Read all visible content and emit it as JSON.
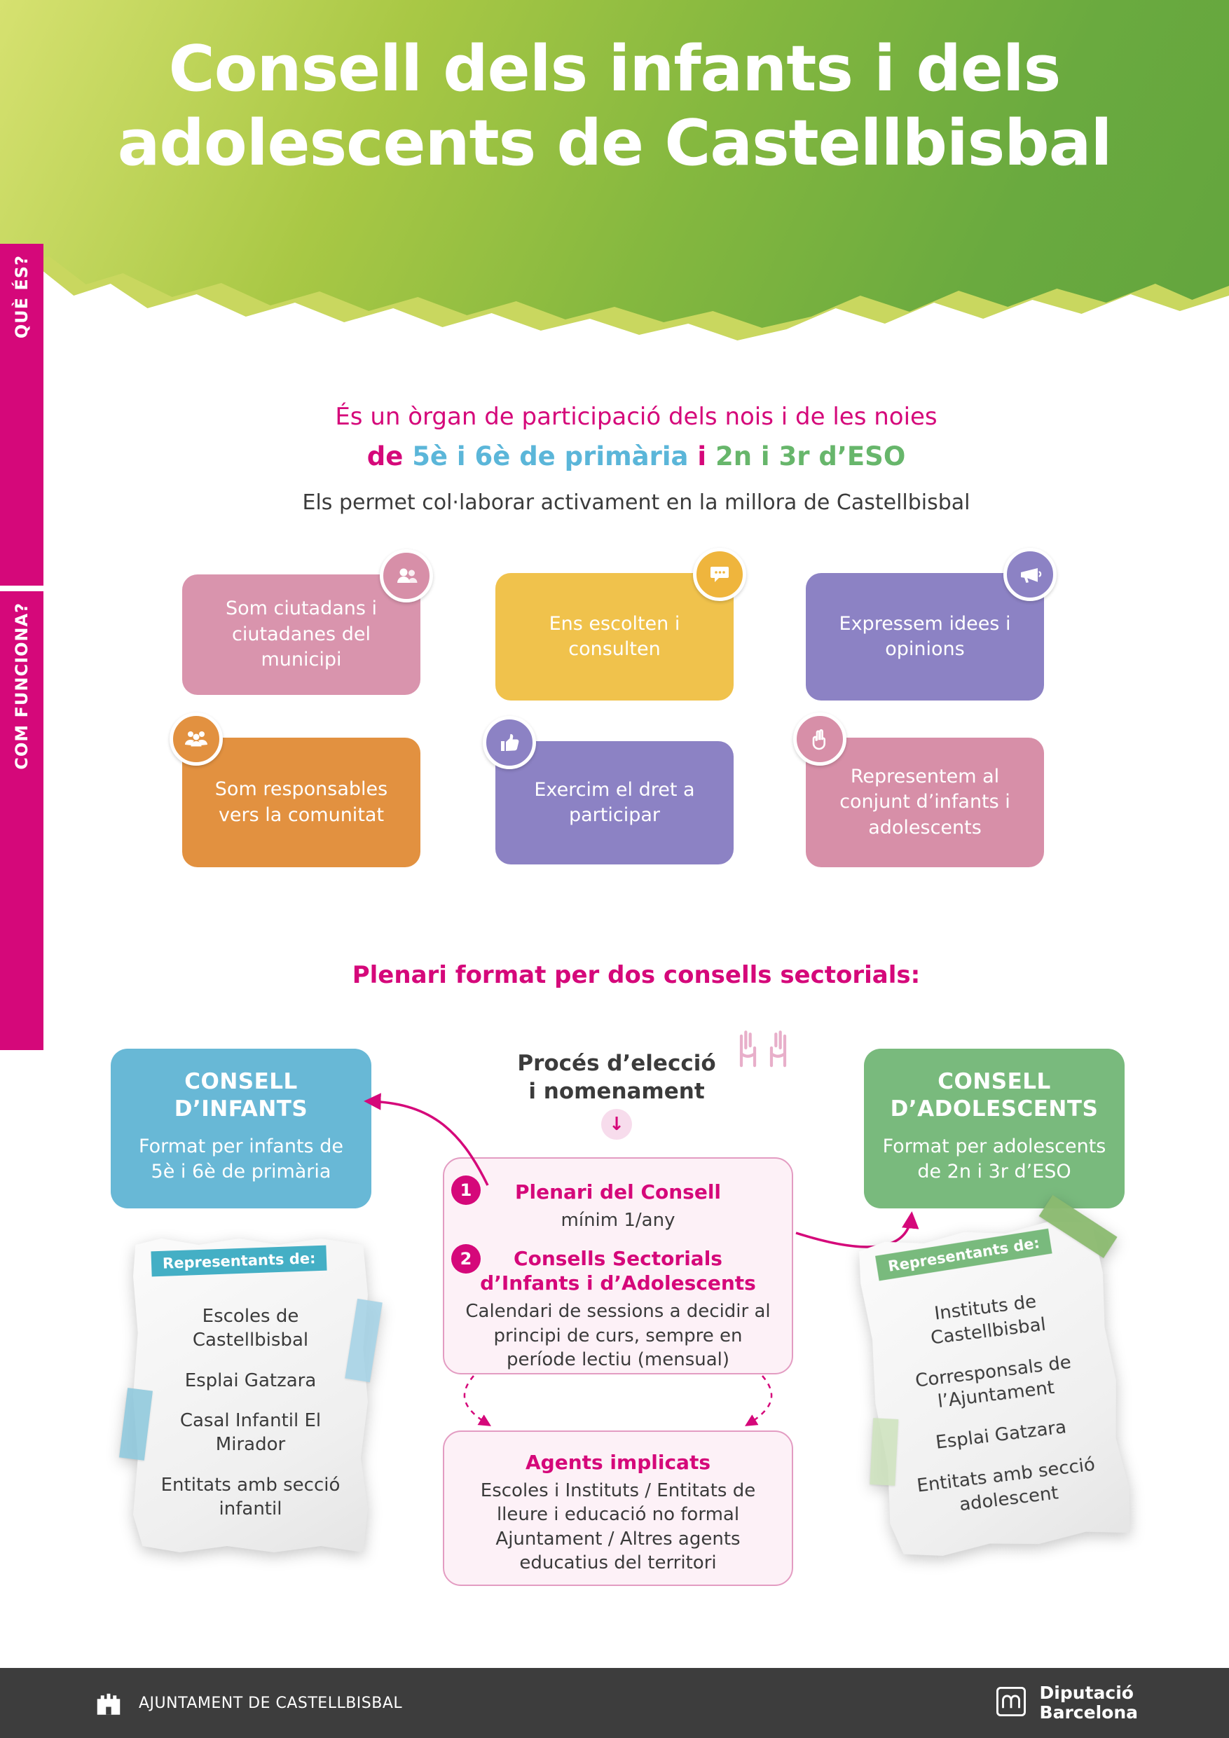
{
  "colors": {
    "magenta": "#d5087a",
    "header_green_dark": "#63a53e",
    "header_green_light": "#d6e170",
    "blue": "#68b8d6",
    "green": "#79ba7d",
    "card_pink": "#d994ad",
    "card_yellow": "#f0c24c",
    "card_purple": "#8c82c4",
    "card_orange": "#e29140",
    "footer_gray": "#3d3d3d"
  },
  "header": {
    "title_line1": "Consell dels infants i dels",
    "title_line2": "adolescents de Castellbisbal"
  },
  "sidebar": {
    "que_es": "QUÈ ÉS?",
    "com_funciona": "COM FUNCIONA?"
  },
  "what_is": {
    "heading": "És un òrgan de participació dels nois i de les noies",
    "grade_parts": [
      "de ",
      "5è i 6è de primària",
      " i ",
      "2n i 3r d’ESO"
    ],
    "subheading": "Els permet col·laborar activament en la millora de Castellbisbal",
    "cards": [
      {
        "icon": "citizens-icon",
        "label": "Som ciutadans i ciutadanes del municipi"
      },
      {
        "icon": "listen-icon",
        "label": "Ens escolten i consulten"
      },
      {
        "icon": "ideas-icon",
        "label": "Expressem idees i opinions"
      },
      {
        "icon": "community-icon",
        "label": "Som responsables vers la comunitat"
      },
      {
        "icon": "participate-icon",
        "label": "Exercim el dret a participar"
      },
      {
        "icon": "represent-icon",
        "label": "Representem al conjunt d’infants i adolescents"
      }
    ]
  },
  "how": {
    "heading": "Plenari format per dos consells sectorials:",
    "infants": {
      "title_line1": "CONSELL",
      "title_line2": "D’INFANTS",
      "desc": "Format per infants de 5è i 6è de primària"
    },
    "adolescents": {
      "title_line1": "CONSELL",
      "title_line2": "D’ADOLESCENTS",
      "desc": "Format per adolescents de 2n i 3r d’ESO"
    },
    "proces": {
      "line1": "Procés d’elecció",
      "line2": "i nomenament"
    },
    "plenari": {
      "num1": "1",
      "item1_title": "Plenari del Consell",
      "item1_desc": "mínim 1/any",
      "num2": "2",
      "item2_title": "Consells Sectorials d’Infants i d’Adolescents",
      "item2_desc": "Calendari de sessions a decidir al principi de curs, sempre en període lectiu (mensual)"
    },
    "agents": {
      "title": "Agents implicats",
      "desc": "Escoles i Instituts / Entitats de lleure i educació no formal Ajuntament / Altres agents educatius del territori"
    },
    "note_left": {
      "badge": "Representants de:",
      "items": [
        "Escoles de Castellbisbal",
        "Esplai Gatzara",
        "Casal Infantil El Mirador",
        "Entitats amb secció infantil"
      ]
    },
    "note_right": {
      "badge": "Representants de:",
      "items": [
        "Instituts de Castellbisbal",
        "Corresponsals de l’Ajuntament",
        "Esplai Gatzara",
        "Entitats amb secció adolescent"
      ]
    }
  },
  "glyphs": {
    "down_arrow": "↓"
  },
  "footer": {
    "ajuntament": "AJUNTAMENT DE CASTELLBISBAL",
    "diputacio_line1": "Diputació",
    "diputacio_line2": "Barcelona"
  }
}
